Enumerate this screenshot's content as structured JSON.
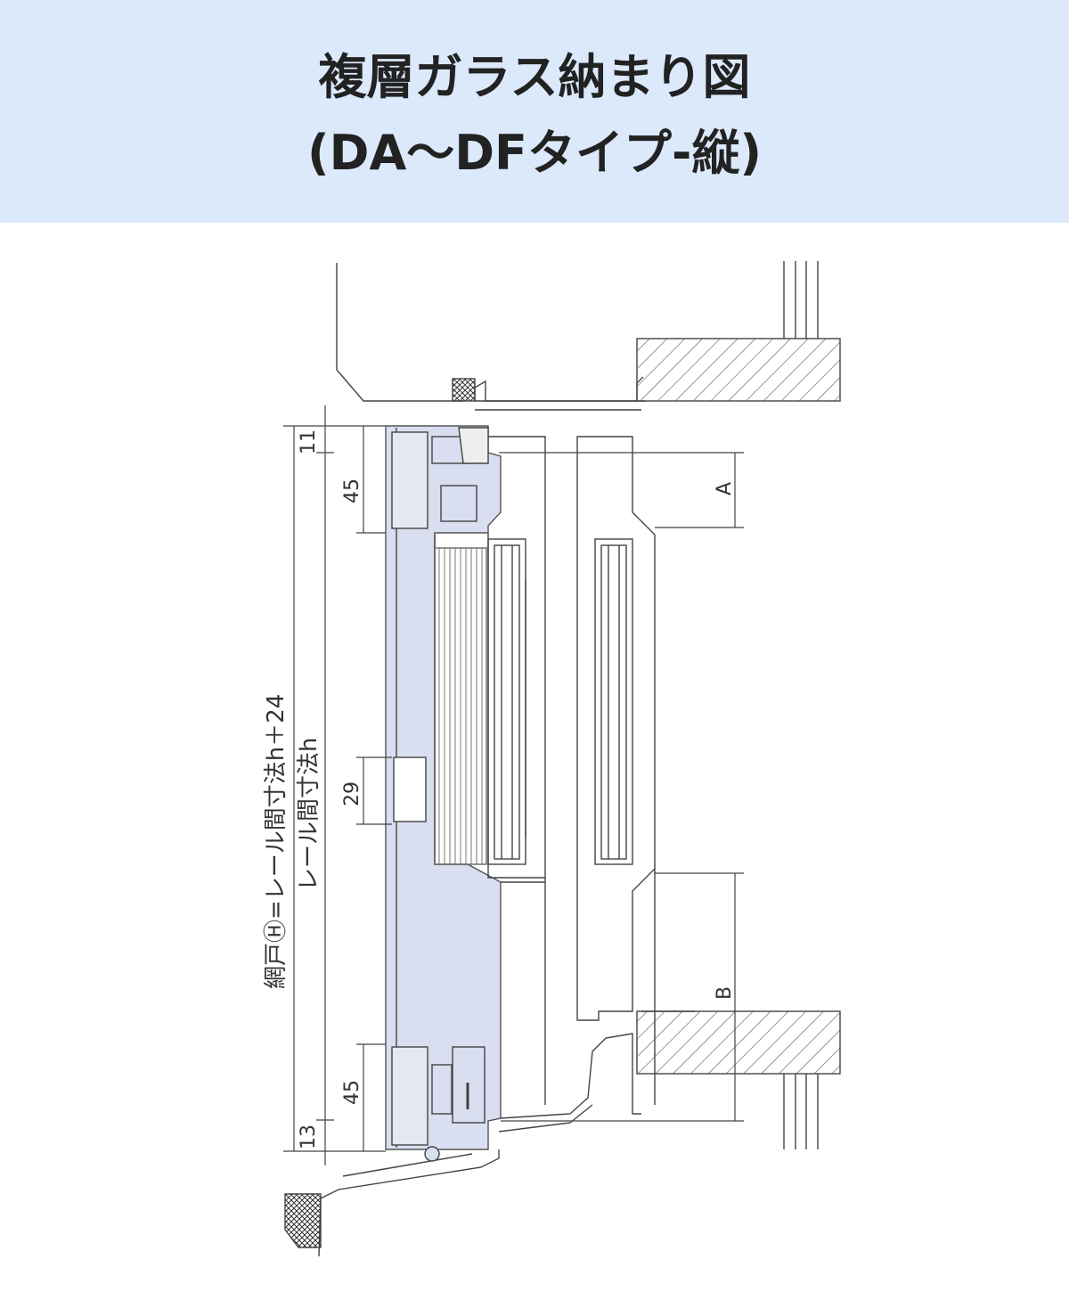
{
  "header": {
    "title_line1": "複層ガラス納まり図",
    "title_line2": "(DA〜DFタイプ-縦)",
    "background": "#dce9fb"
  },
  "diagram": {
    "highlight_color": "#d9def0",
    "line_color": "#444444",
    "labels": {
      "screen_height": "網戸Ⓗ=レール間寸法h＋24",
      "rail_gap": "レール間寸法h",
      "dim_top_11": "11",
      "dim_top_45": "45",
      "dim_mid_29": "29",
      "dim_bot_45": "45",
      "dim_bot_13": "13",
      "dim_A": "A",
      "dim_B": "B"
    }
  }
}
